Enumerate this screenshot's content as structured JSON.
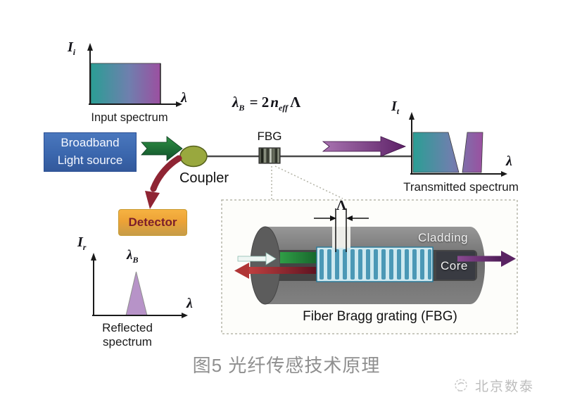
{
  "input_spectrum": {
    "axis_y": "I",
    "axis_y_sub": "i",
    "axis_x": "λ",
    "caption": "Input spectrum"
  },
  "source_box": {
    "line1": "Broadband",
    "line2": "Light source"
  },
  "coupler_label": "Coupler",
  "detector_label": "Detector",
  "fbg_label": "FBG",
  "formula": {
    "lambda": "λ",
    "lambda_sub": "B",
    "eq": "= 2",
    "n": "n",
    "n_sub": "eff",
    "Lambda": "Λ"
  },
  "transmitted_spectrum": {
    "axis_y": "I",
    "axis_y_sub": "t",
    "axis_x": "λ",
    "caption": "Transmitted spectrum"
  },
  "reflected_spectrum": {
    "axis_y": "I",
    "axis_y_sub": "r",
    "axis_x": "λ",
    "peak": "λ",
    "peak_sub": "B",
    "caption": "Reflected spectrum"
  },
  "fbg_detail": {
    "period": "Λ",
    "cladding": "Cladding",
    "core": "Core",
    "caption": "Fiber Bragg grating (FBG)"
  },
  "figure_caption": "图5 光纤传感技术原理",
  "watermark": "北京数泰",
  "colors": {
    "spectrum_teal": "#2a9e94",
    "spectrum_purple": "#9c4fa0",
    "source_blue": "#3f6cb3",
    "coupler_olive": "#93a23a",
    "detector_orange": "#efa63c",
    "beam_green": "#1e6b33",
    "beam_red": "#8e2433",
    "beam_purple": "#6b2d72",
    "grating_blue": "#4b98b6",
    "fiber_gray": "#7b7b7b"
  }
}
